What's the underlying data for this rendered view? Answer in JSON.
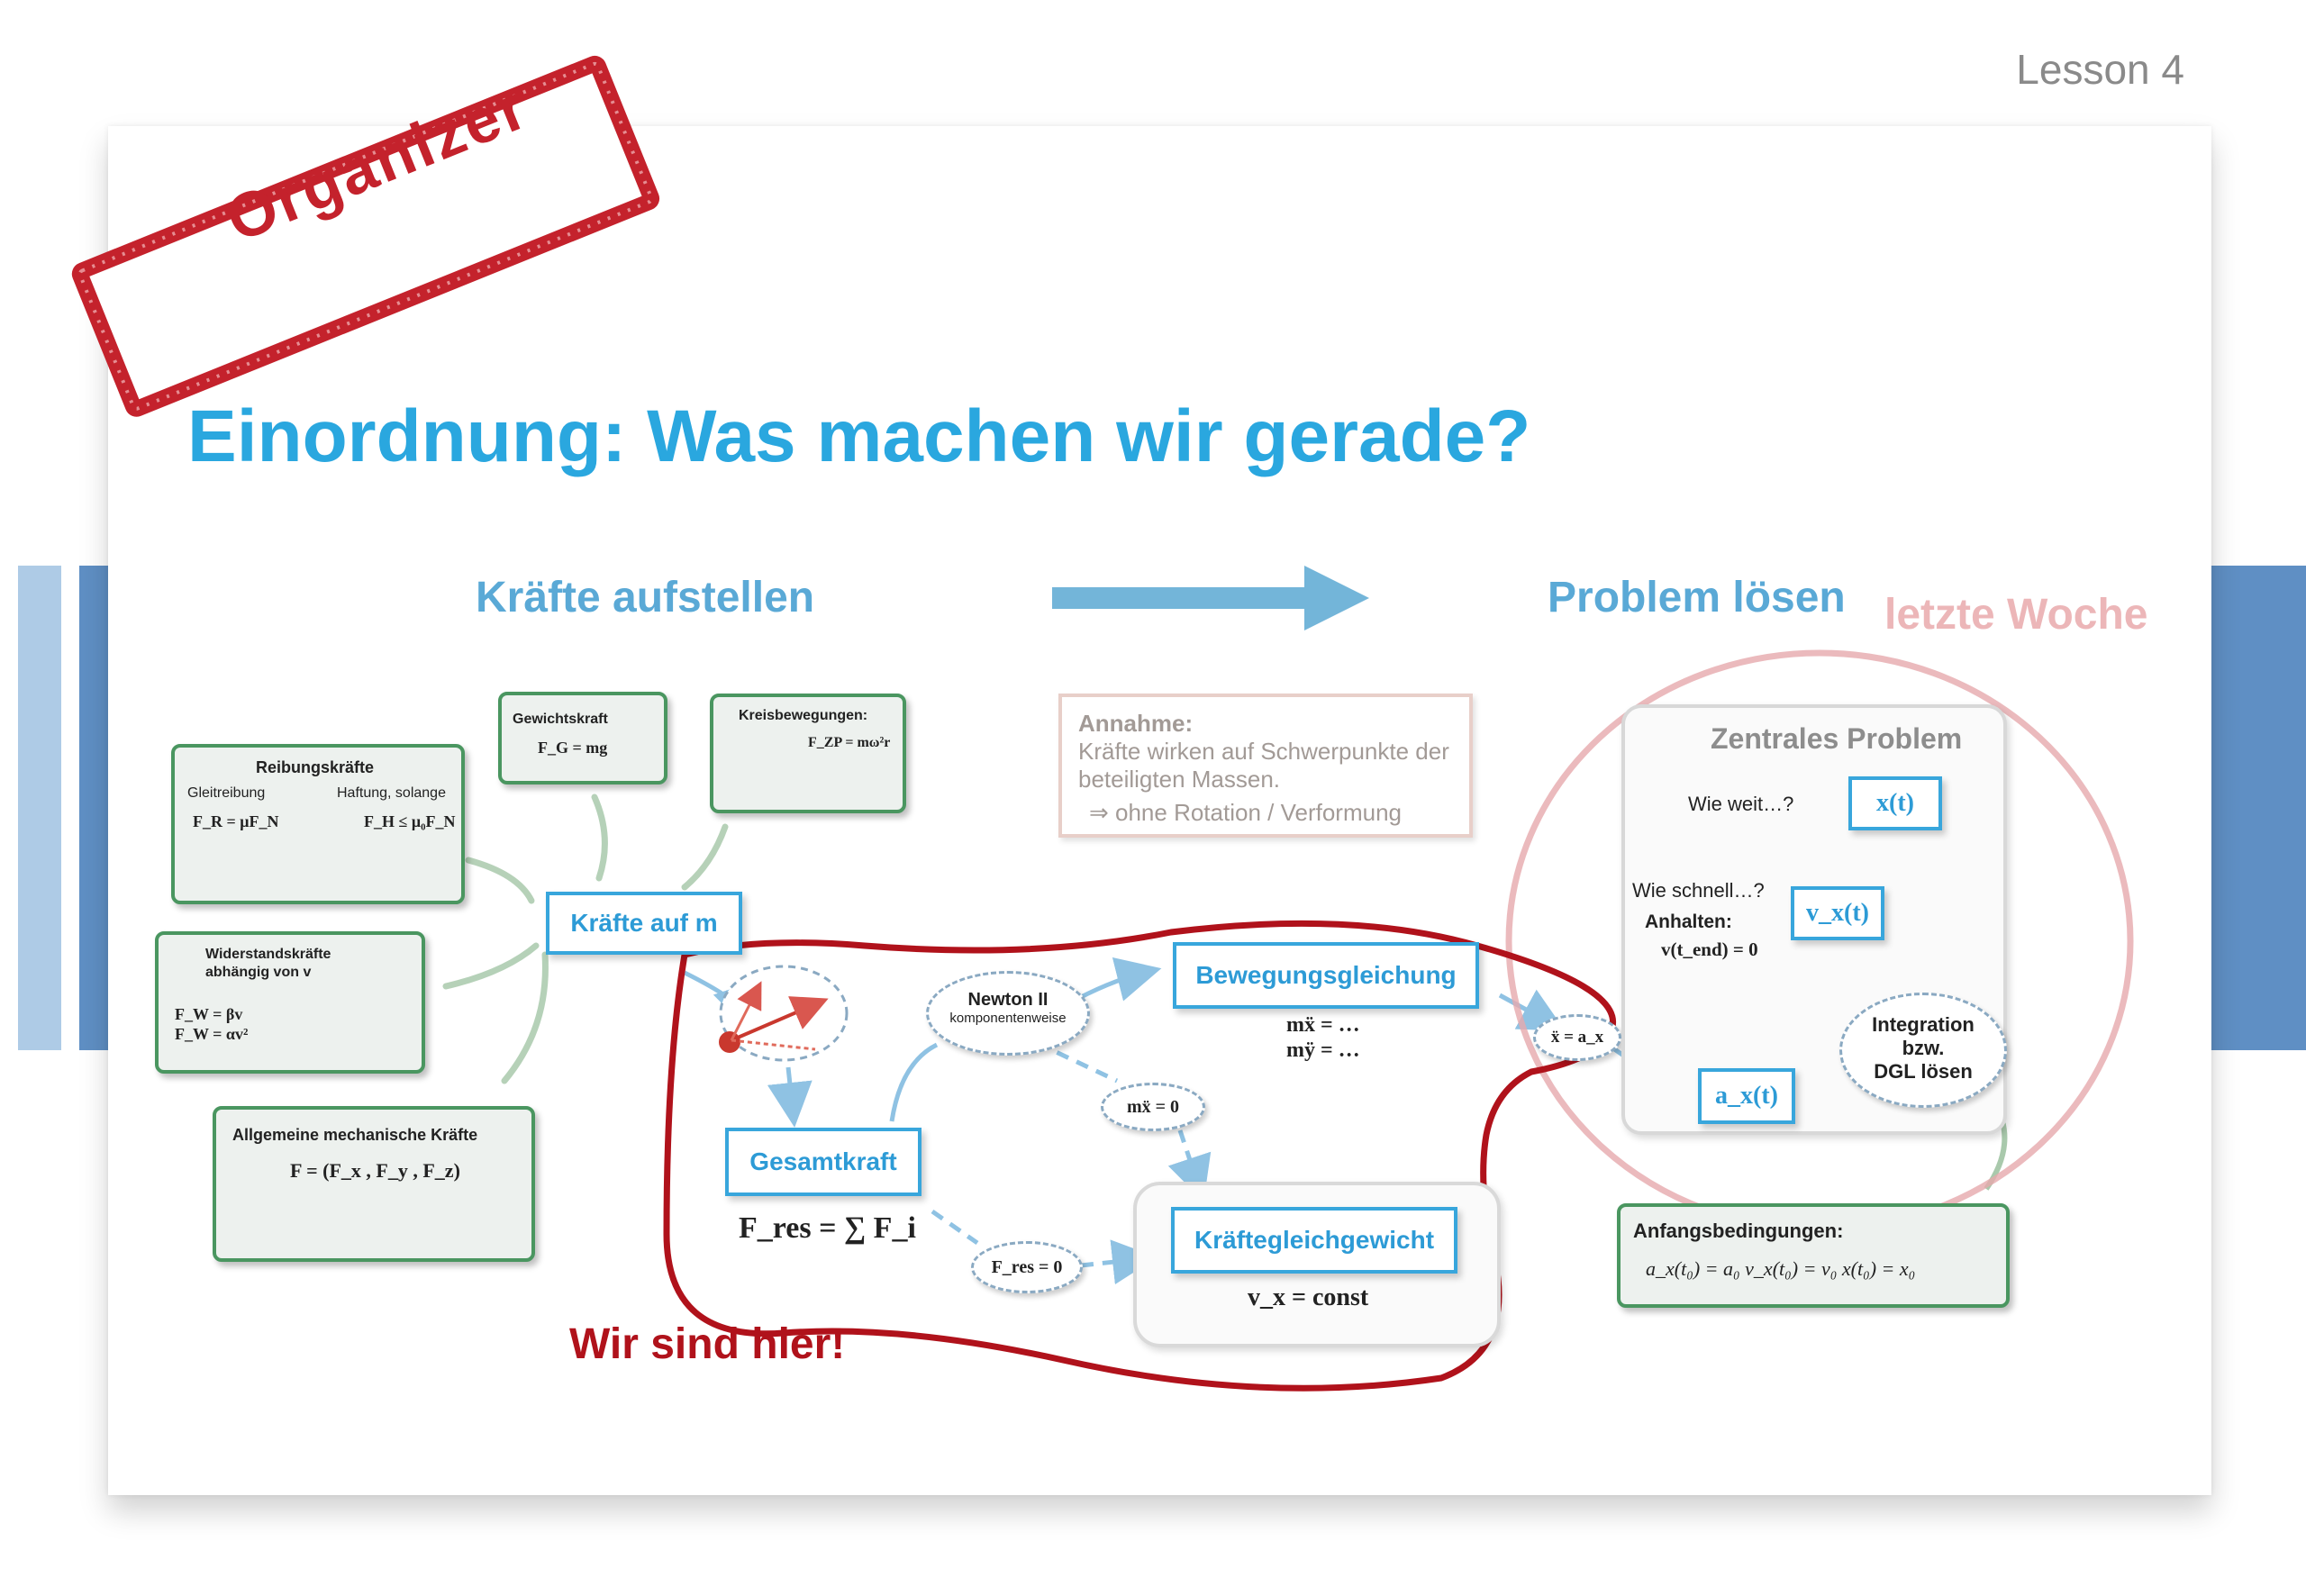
{
  "lesson_label": "Lesson 4",
  "stamp_text": "Organizer",
  "title": "Einordnung: Was machen wir gerade?",
  "headers": {
    "left": "Kräfte aufstellen",
    "right": "Problem lösen",
    "last_week": "letzte Woche"
  },
  "cards": {
    "reibung": {
      "title": "Reibungskräfte",
      "left_label": "Gleitreibung",
      "right_label": "Haftung, solange",
      "left_formula": "F_R = μF_N",
      "right_formula": "F_H ≤ μ₀F_N"
    },
    "gewicht": {
      "title": "Gewichtskraft",
      "formula": "F_G = mg"
    },
    "kreis": {
      "title": "Kreisbewegungen:",
      "formula": "F_ZP = mω²r"
    },
    "widerstand": {
      "title": "Widerstandskräfte abhängig von v",
      "formula1": "F_W = βv",
      "formula2": "F_W = αv²"
    },
    "allgemein": {
      "title": "Allgemeine mechanische Kräfte",
      "formula": "F = (F_x , F_y , F_z)"
    }
  },
  "nodes": {
    "kraefte_auf_m": "Kräfte auf m",
    "gesamtkraft": "Gesamtkraft",
    "gesamtkraft_formula": "F_res = ∑ F_i",
    "newton_line1": "Newton II",
    "newton_line2": "komponentenweise",
    "bewegungsgleichung": "Bewegungsgleichung",
    "bewegung_formula1": "mẍ = …",
    "bewegung_formula2": "mÿ = …",
    "mx_zero": "mẍ = 0",
    "fres_zero": "F_res = 0",
    "kraeftegleichgewicht": "Kräftegleichgewicht",
    "gleichgewicht_formula": "v_x = const",
    "xdd_ax": "ẍ = a_x"
  },
  "annahme": {
    "title": "Annahme:",
    "line1": "Kräfte wirken auf Schwerpunkte der",
    "line2": "beteiligten Massen.",
    "line3": "⇒ ohne Rotation / Verformung"
  },
  "zentral": {
    "title": "Zentrales Problem",
    "wie_weit": "Wie weit…?",
    "x_t": "x(t)",
    "wie_schnell": "Wie schnell…?",
    "v_t": "v_x(t)",
    "anhalten": "Anhalten:",
    "anhalten_formula": "v(t_end) = 0",
    "a_t": "a_x(t)",
    "integration1": "Integration",
    "integration2": "bzw.",
    "integration3": "DGL lösen"
  },
  "anfang": {
    "title": "Anfangsbedingungen:",
    "formula": "a_x(t₀) = a₀   v_x(t₀) = v₀   x(t₀) = x₀"
  },
  "wir_sind_hier": "Wir sind hier!",
  "colors": {
    "accent": "#2aa7df",
    "box_border": "#38a6dc",
    "card_border": "#4a9660",
    "stamp": "#c4222c",
    "highlight_red": "#b0121b",
    "circle_pink": "#e6a9ad",
    "side_blue": "#5f8fc4"
  }
}
